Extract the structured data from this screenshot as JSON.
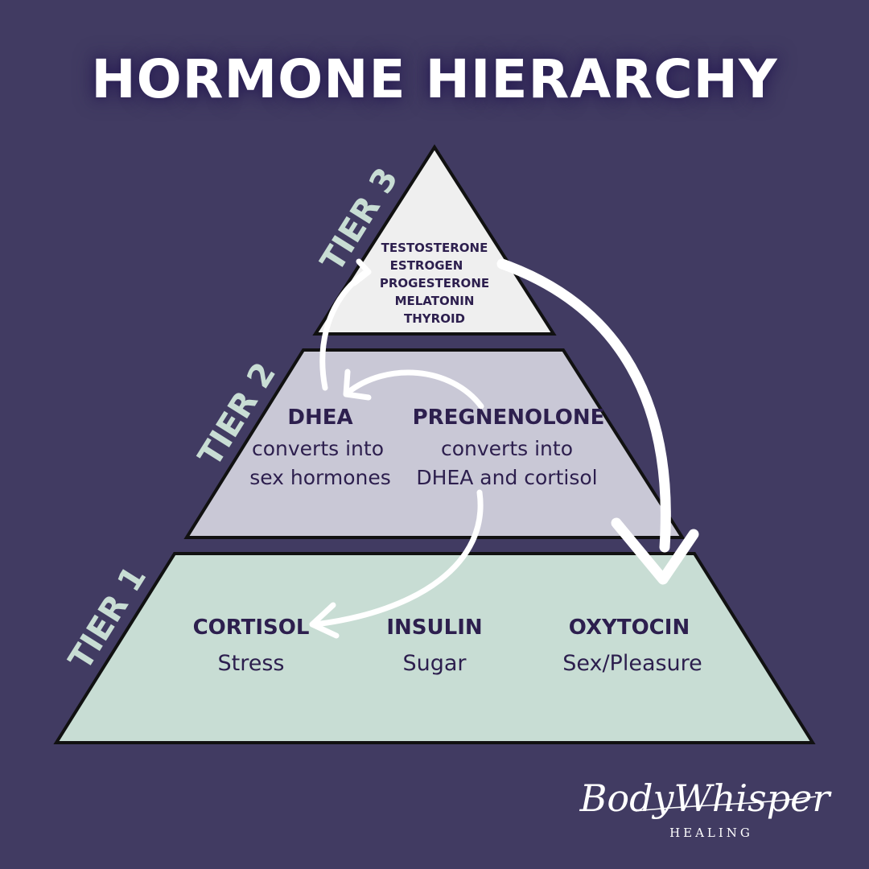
{
  "title": "HORMONE HIERARCHY",
  "tiers": {
    "tier3": {
      "label": "TIER 3",
      "hormones": [
        "TESTOSTERONE",
        "ESTROGEN",
        "PROGESTERONE",
        "MELATONIN",
        "THYROID"
      ]
    },
    "tier2": {
      "label": "TIER 2",
      "dhea": {
        "name": "DHEA",
        "line1": "converts into",
        "line2": "sex hormones"
      },
      "pregnenolone": {
        "name": "PREGNENOLONE",
        "line1": "converts into",
        "line2": "DHEA and cortisol"
      }
    },
    "tier1": {
      "label": "TIER 1",
      "items": [
        {
          "name": "CORTISOL",
          "desc": "Stress"
        },
        {
          "name": "INSULIN",
          "desc": "Sugar"
        },
        {
          "name": "OXYTOCIN",
          "desc": "Sex/Pleasure"
        }
      ]
    }
  },
  "brand": {
    "name": "BodyWhisper",
    "sub": "HEALING"
  },
  "colors": {
    "background": "#413b62",
    "tier1_fill": "#c8ddd4",
    "tier2_fill": "#c9c8d6",
    "tier3_fill": "#efefef",
    "text": "#2d1f4e",
    "tier_label": "#c8ddd4"
  }
}
